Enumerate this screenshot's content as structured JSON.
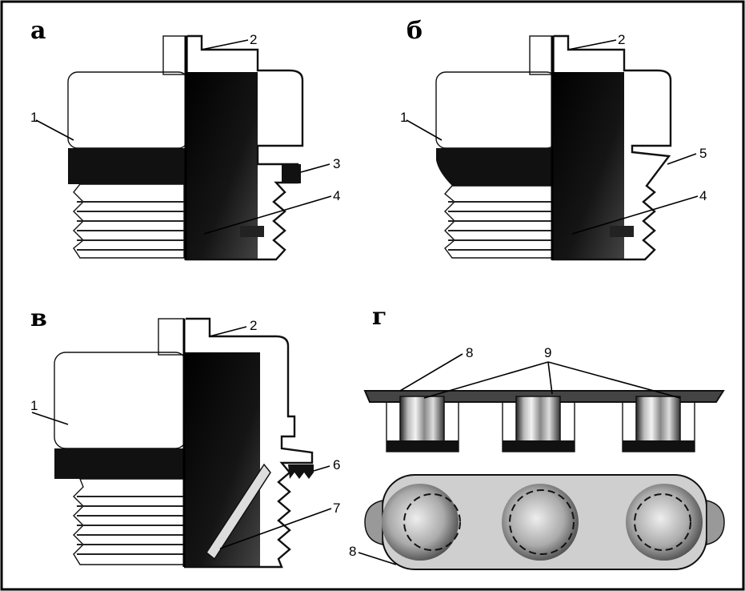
{
  "panels": [
    {
      "id": "a",
      "letter": "а",
      "callouts": [
        "1",
        "2",
        "3",
        "4"
      ]
    },
    {
      "id": "b",
      "letter": "б",
      "callouts": [
        "1",
        "2",
        "5",
        "4"
      ]
    },
    {
      "id": "v",
      "letter": "в",
      "callouts": [
        "1",
        "2",
        "6",
        "7"
      ]
    },
    {
      "id": "g",
      "letter": "г",
      "callouts": [
        "8",
        "9",
        "8"
      ]
    }
  ],
  "colors": {
    "ink": "#111111",
    "paper": "#ffffff",
    "shade": "#6a6a6a"
  }
}
